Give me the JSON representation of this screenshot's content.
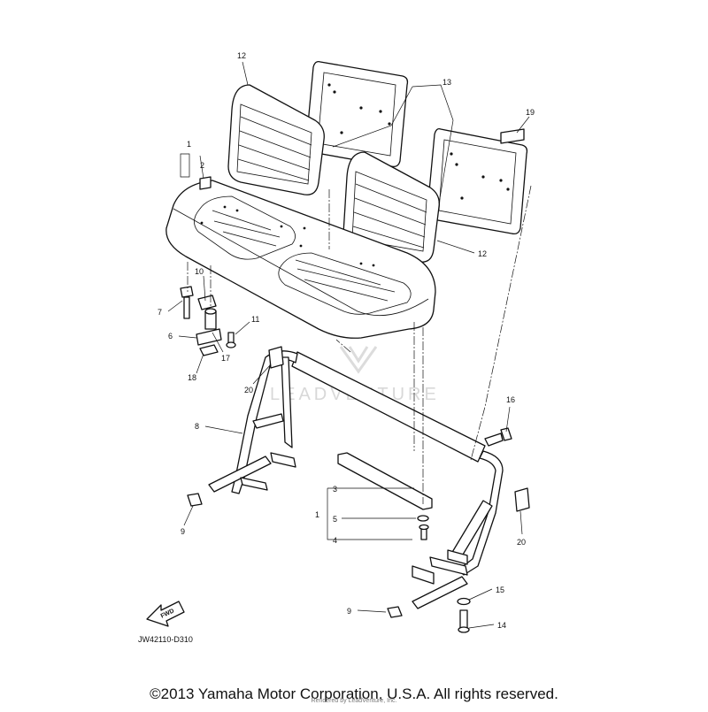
{
  "diagram": {
    "callouts": {
      "c1_top": "1",
      "c2": "2",
      "c3": "3",
      "c1_bottom": "1",
      "c4": "4",
      "c5": "5",
      "c6": "6",
      "c7": "7",
      "c8": "8",
      "c9_left": "9",
      "c9_bottom": "9",
      "c10": "10",
      "c11": "11",
      "c12_left": "12",
      "c12_right": "12",
      "c13": "13",
      "c14": "14",
      "c15": "15",
      "c16": "16",
      "c17": "17",
      "c18": "18",
      "c19": "19",
      "c20_left": "20",
      "c20_right": "20"
    },
    "fwd_label": "FWD",
    "drawing_code": "JW42110-D310",
    "watermark": "LEADVENTURE"
  },
  "footer": {
    "copyright": "©2013 Yamaha Motor Corporation, U.S.A. All rights reserved.",
    "rendered_by": "Rendered by LeadVenture, Inc."
  }
}
